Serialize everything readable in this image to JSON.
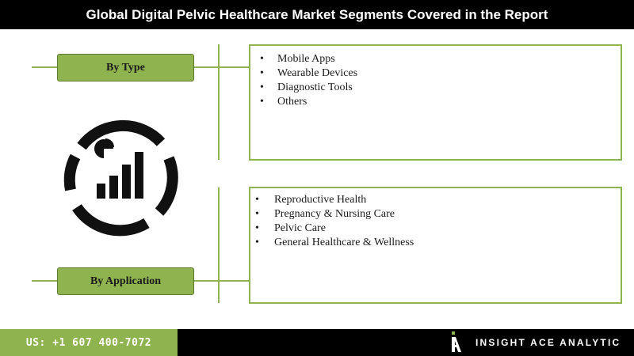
{
  "header": {
    "title": "Global Digital Pelvic Healthcare Market Segments Covered in the Report"
  },
  "segments": {
    "type": {
      "label": "By Type",
      "items": [
        "Mobile Apps",
        "Wearable Devices",
        "Diagnostic Tools",
        "Others"
      ]
    },
    "application": {
      "label": "By Application",
      "items": [
        "Reproductive Health",
        "Pregnancy & Nursing Care",
        "Pelvic Care",
        "General Healthcare & Wellness"
      ]
    }
  },
  "icon": "bar-chart-pie-circle-icon",
  "footer": {
    "phone": "US: +1 607 400-7072",
    "brand": "INSIGHT ACE ANALYTIC"
  },
  "colors": {
    "accent": "#8fb34e",
    "dark": "#000000"
  }
}
